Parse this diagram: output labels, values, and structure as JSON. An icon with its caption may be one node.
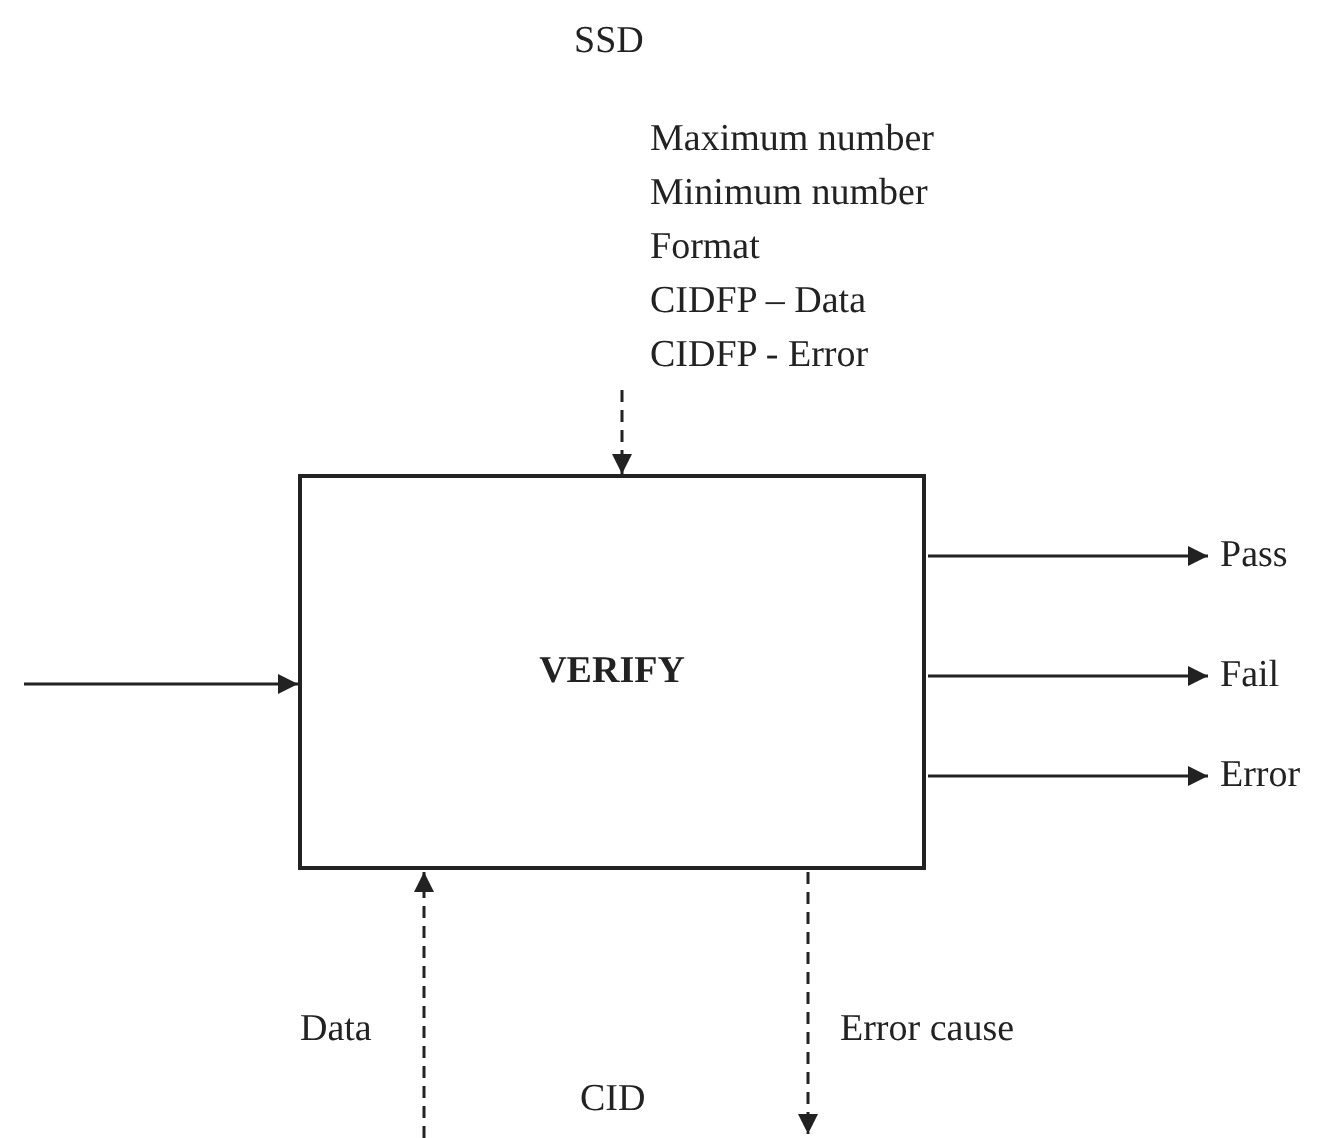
{
  "diagram": {
    "nodes": [
      {
        "text": [
          "VERIFY"
        ]
      },
      {
        "text": [
          "Pass"
        ]
      },
      {
        "text": [
          "Fail"
        ]
      },
      {
        "text": [
          "Error"
        ]
      }
    ],
    "edges": [
      {
        "from": null,
        "to": 0,
        "arrow": "to",
        "style": "dashed"
      },
      {
        "from": null,
        "to": 0,
        "arrow": "to"
      },
      {
        "from": 0,
        "to": 1,
        "arrow": "to"
      },
      {
        "from": 0,
        "to": 2,
        "arrow": "to"
      },
      {
        "from": 0,
        "to": 3,
        "arrow": "to"
      },
      {
        "from": null,
        "to": 0,
        "arrow": "to",
        "style": "dashed",
        "label": "Data"
      },
      {
        "from": 0,
        "to": null,
        "arrow": "to",
        "style": "dashed",
        "label": "Error cause"
      }
    ],
    "labels": [
      "SSD",
      "Maximum number",
      "Minimum number",
      "Format",
      "CIDFP – Data",
      "CIDFP - Error",
      "CID"
    ]
  }
}
